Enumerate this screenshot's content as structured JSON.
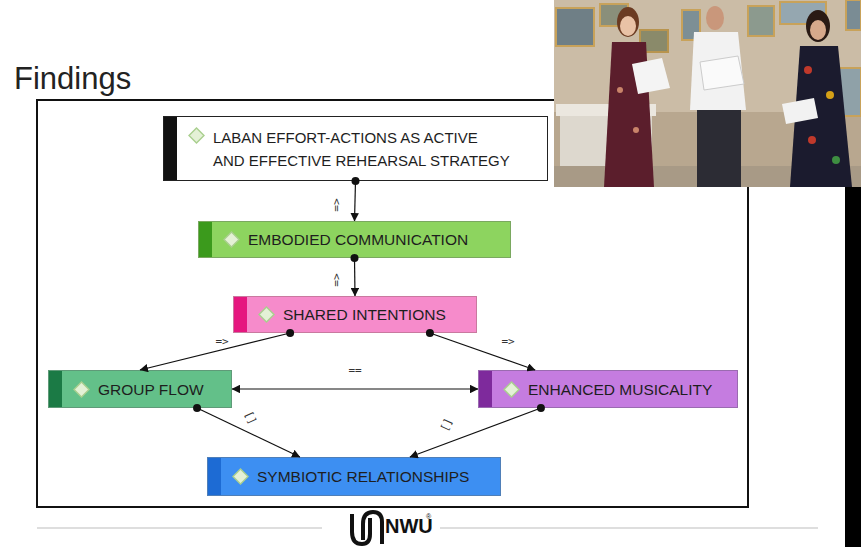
{
  "diagram": {
    "title": "Findings",
    "nodes": [
      {
        "text": [
          "LABAN EFFORT-ACTIONS AS ACTIVE AND EFFECTIVE REHEARSAL STRATEGY"
        ]
      },
      {
        "text": [
          "EMBODIED COMMUNICATION"
        ]
      },
      {
        "text": [
          "SHARED INTENTIONS"
        ]
      },
      {
        "text": [
          "GROUP FLOW"
        ]
      },
      {
        "text": [
          "ENHANCED MUSICALITY"
        ]
      },
      {
        "text": [
          "SYMBIOTIC RELATIONSHIPS"
        ]
      }
    ],
    "edges": [
      {
        "from": 0,
        "to": 1,
        "arrow": "to",
        "label": "=>"
      },
      {
        "from": 1,
        "to": 2,
        "arrow": "to",
        "label": "=>"
      },
      {
        "from": 2,
        "to": 3,
        "arrow": "to",
        "label": "=>"
      },
      {
        "from": 2,
        "to": 4,
        "arrow": "to",
        "label": "=>"
      },
      {
        "from": 3,
        "to": 4,
        "arrow": "both",
        "label": "=="
      },
      {
        "from": 3,
        "to": 5,
        "arrow": "to",
        "label": "[]"
      },
      {
        "from": 4,
        "to": 5,
        "arrow": "to",
        "label": "[]"
      }
    ],
    "labels": [
      "NWU",
      "®"
    ]
  }
}
